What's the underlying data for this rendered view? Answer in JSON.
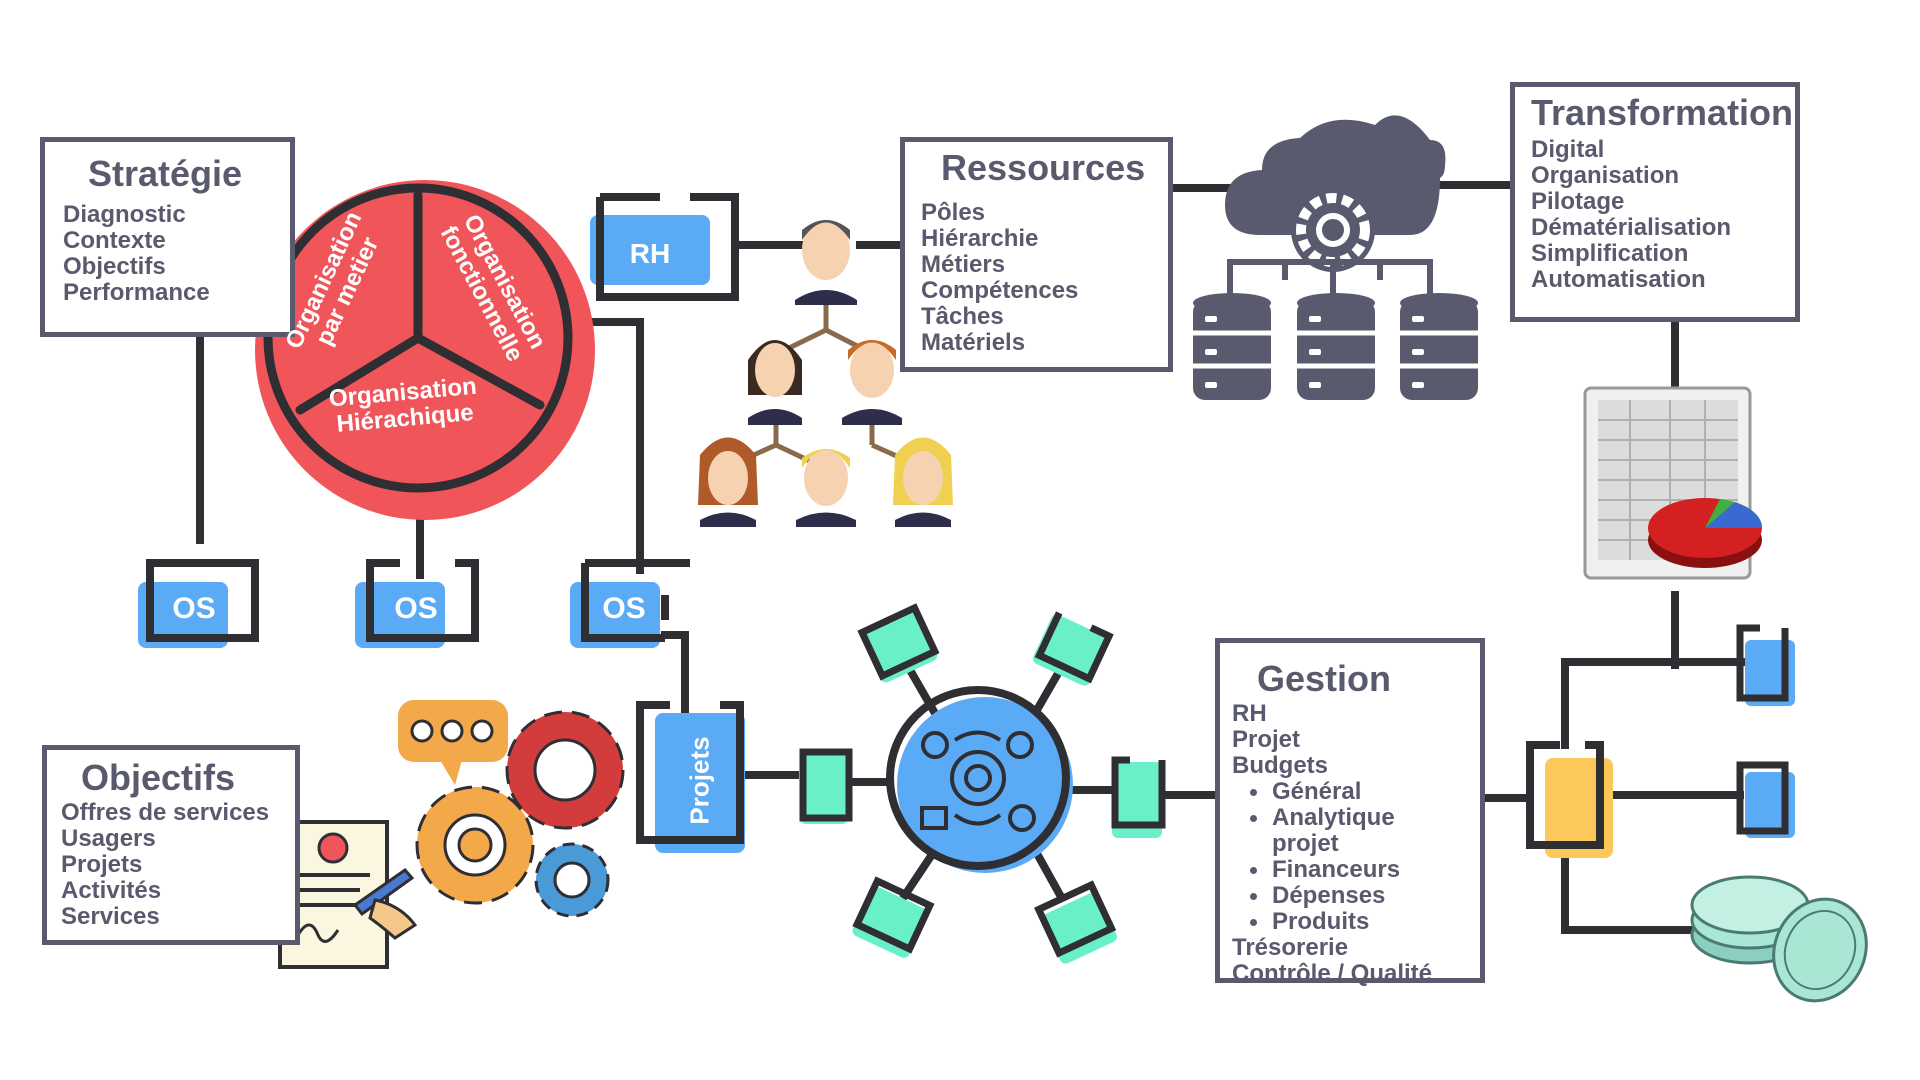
{
  "colors": {
    "frame": "#5a5a6e",
    "blue": "#5aaaf5",
    "red": "#f0555a",
    "mint": "#6af0c8",
    "yellow": "#fcc85a",
    "dark": "#2e2e33"
  },
  "strategie": {
    "title": "Stratégie",
    "items": [
      "Diagnostic",
      "Contexte",
      "Objectifs",
      "Performance"
    ]
  },
  "organisation_wheel": {
    "segments": [
      {
        "line1": "Organisation",
        "line2": "par metier"
      },
      {
        "line1": "Organisation",
        "line2": "fonctionnelle"
      },
      {
        "line1": "Organisation",
        "line2": "Hiérachique"
      }
    ]
  },
  "nodes": {
    "rh": "RH",
    "os": "OS",
    "projets": "Projets"
  },
  "ressources": {
    "title": "Ressources",
    "items": [
      "Pôles",
      "Hiérarchie",
      "Métiers",
      "Compétences",
      "Tâches",
      "Matériels"
    ]
  },
  "transformation": {
    "title": "Transformation",
    "items": [
      "Digital",
      "Organisation",
      "Pilotage",
      "Dématérialisation",
      "Simplification",
      "Automatisation"
    ]
  },
  "objectifs": {
    "title": "Objectifs",
    "items": [
      "Offres de services",
      "Usagers",
      "Projets",
      "Activités",
      "Services"
    ]
  },
  "gestion": {
    "title": "Gestion",
    "items": [
      {
        "text": "RH",
        "bullet": false
      },
      {
        "text": "Projet",
        "bullet": false
      },
      {
        "text": "Budgets",
        "bullet": false
      },
      {
        "text": "Général",
        "bullet": true
      },
      {
        "text": "Analytique projet",
        "bullet": true
      },
      {
        "text": "Financeurs",
        "bullet": true
      },
      {
        "text": "Dépenses",
        "bullet": true
      },
      {
        "text": "Produits",
        "bullet": true
      },
      {
        "text": "Trésorerie",
        "bullet": false
      },
      {
        "text": "Contrôle / Qualité",
        "bullet": false
      }
    ]
  },
  "icons": [
    "people-network-icon",
    "cloud-gear-icon",
    "database-icon",
    "spreadsheet-pie-icon",
    "coins-icon",
    "gears-icon",
    "speech-bubble-icon",
    "signed-document-icon",
    "process-hub-icon"
  ]
}
